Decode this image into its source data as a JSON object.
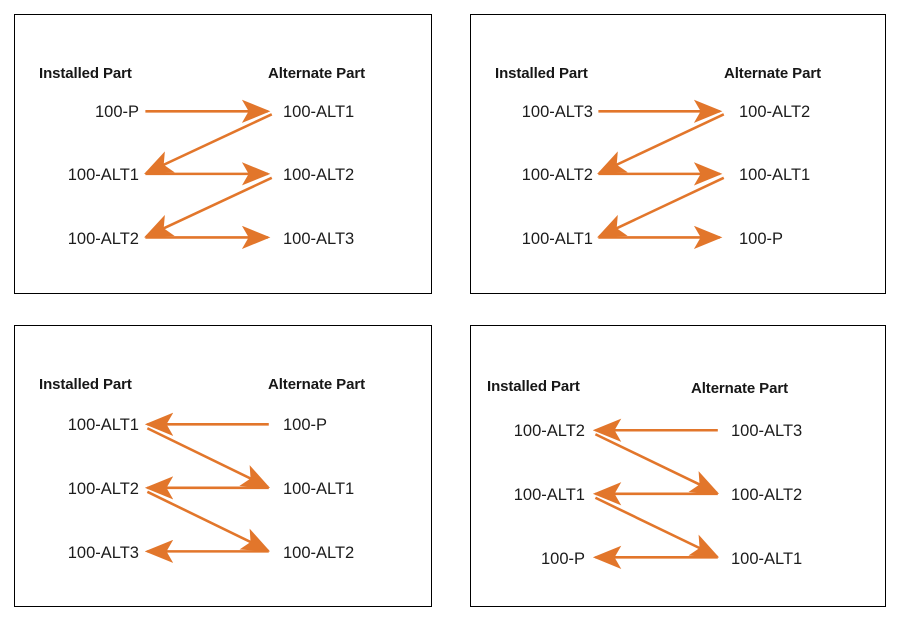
{
  "meta": {
    "accent_color": "#E2762B",
    "border_color": "#000000",
    "background_color": "#FFFFFF",
    "text_color": "#1C1C1C"
  },
  "headers": {
    "installed": "Installed Part",
    "alternate": "Alternate Part"
  },
  "panels": [
    {
      "id": "panel-tl",
      "position": "top-left",
      "flow_direction": "left-to-right",
      "installed": [
        "100-P",
        "100-ALT1",
        "100-ALT2"
      ],
      "alternate": [
        "100-ALT1",
        "100-ALT2",
        "100-ALT3"
      ],
      "mappings": [
        {
          "from": "100-P",
          "to": "100-ALT1",
          "kind": "horizontal",
          "row": 1
        },
        {
          "from": "100-ALT1",
          "to": "100-ALT2",
          "kind": "horizontal",
          "row": 2
        },
        {
          "from": "100-ALT2",
          "to": "100-ALT3",
          "kind": "horizontal",
          "row": 3
        },
        {
          "from": "100-ALT1",
          "to": "100-ALT1",
          "kind": "diagonal",
          "row": "1-to-2"
        },
        {
          "from": "100-ALT2",
          "to": "100-ALT2",
          "kind": "diagonal",
          "row": "2-to-3"
        }
      ]
    },
    {
      "id": "panel-tr",
      "position": "top-right",
      "flow_direction": "left-to-right",
      "installed": [
        "100-ALT3",
        "100-ALT2",
        "100-ALT1"
      ],
      "alternate": [
        "100-ALT2",
        "100-ALT1",
        "100-P"
      ],
      "mappings": [
        {
          "from": "100-ALT3",
          "to": "100-ALT2",
          "kind": "horizontal",
          "row": 1
        },
        {
          "from": "100-ALT2",
          "to": "100-ALT1",
          "kind": "horizontal",
          "row": 2
        },
        {
          "from": "100-ALT1",
          "to": "100-P",
          "kind": "horizontal",
          "row": 3
        },
        {
          "from": "100-ALT2",
          "to": "100-ALT2",
          "kind": "diagonal",
          "row": "1-to-2"
        },
        {
          "from": "100-ALT1",
          "to": "100-ALT1",
          "kind": "diagonal",
          "row": "2-to-3"
        }
      ]
    },
    {
      "id": "panel-bl",
      "position": "bottom-left",
      "flow_direction": "right-to-left",
      "installed": [
        "100-ALT1",
        "100-ALT2",
        "100-ALT3"
      ],
      "alternate": [
        "100-P",
        "100-ALT1",
        "100-ALT2"
      ],
      "mappings": [
        {
          "from": "100-P",
          "to": "100-ALT1",
          "kind": "horizontal",
          "row": 1
        },
        {
          "from": "100-ALT1",
          "to": "100-ALT2",
          "kind": "horizontal",
          "row": 2
        },
        {
          "from": "100-ALT2",
          "to": "100-ALT3",
          "kind": "horizontal",
          "row": 3
        },
        {
          "from": "100-ALT1",
          "to": "100-ALT1",
          "kind": "diagonal",
          "row": "1-to-2"
        },
        {
          "from": "100-ALT2",
          "to": "100-ALT2",
          "kind": "diagonal",
          "row": "2-to-3"
        }
      ]
    },
    {
      "id": "panel-br",
      "position": "bottom-right",
      "flow_direction": "right-to-left",
      "installed": [
        "100-ALT2",
        "100-ALT1",
        "100-P"
      ],
      "alternate": [
        "100-ALT3",
        "100-ALT2",
        "100-ALT1"
      ],
      "mappings": [
        {
          "from": "100-ALT3",
          "to": "100-ALT2",
          "kind": "horizontal",
          "row": 1
        },
        {
          "from": "100-ALT2",
          "to": "100-ALT1",
          "kind": "horizontal",
          "row": 2
        },
        {
          "from": "100-ALT1",
          "to": "100-P",
          "kind": "horizontal",
          "row": 3
        },
        {
          "from": "100-ALT2",
          "to": "100-ALT2",
          "kind": "diagonal",
          "row": "1-to-2"
        },
        {
          "from": "100-ALT1",
          "to": "100-ALT1",
          "kind": "diagonal",
          "row": "2-to-3"
        }
      ]
    }
  ]
}
